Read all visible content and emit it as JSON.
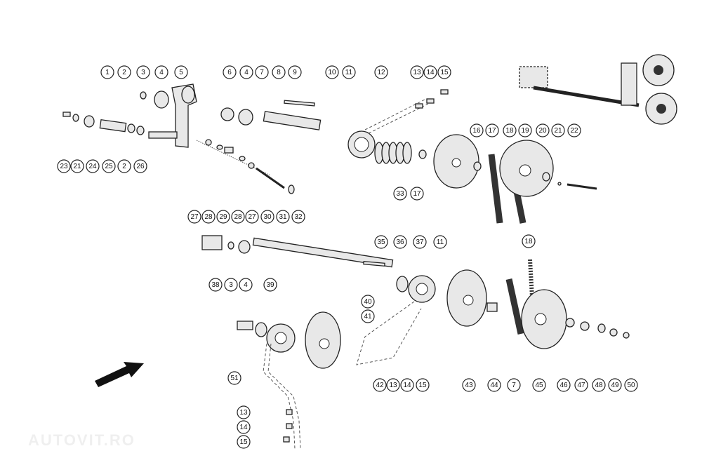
{
  "diagram": {
    "title_hidden": false,
    "watermark": "AUTOVIT.RO",
    "callouts": [
      "1",
      "2",
      "3",
      "4",
      "5",
      "6",
      "4",
      "7",
      "8",
      "9",
      "10",
      "11",
      "12",
      "13",
      "14",
      "15",
      "23",
      "21",
      "24",
      "25",
      "2",
      "26",
      "27",
      "28",
      "29",
      "28",
      "27",
      "30",
      "31",
      "32",
      "16",
      "17",
      "18",
      "19",
      "20",
      "21",
      "22",
      "33",
      "17",
      "35",
      "36",
      "37",
      "11",
      "18",
      "38",
      "3",
      "4",
      "39",
      "40",
      "41",
      "51",
      "42",
      "13",
      "14",
      "15",
      "43",
      "44",
      "7",
      "45",
      "46",
      "47",
      "48",
      "49",
      "50",
      "13",
      "14",
      "15"
    ]
  }
}
